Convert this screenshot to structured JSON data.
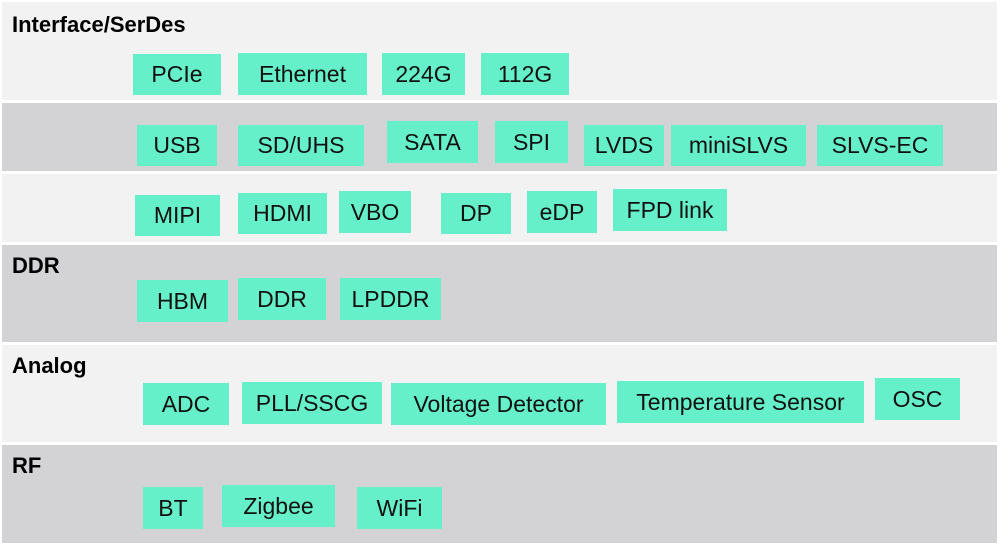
{
  "sections": {
    "interface_serdes": {
      "title": "Interface/SerDes",
      "rows": [
        [
          "PCIe",
          "Ethernet",
          "224G",
          "112G"
        ],
        [
          "USB",
          "SD/UHS",
          "SATA",
          "SPI",
          "LVDS",
          "miniSLVS",
          "SLVS-EC"
        ],
        [
          "MIPI",
          "HDMI",
          "VBO",
          "DP",
          "eDP",
          "FPD link"
        ]
      ]
    },
    "ddr": {
      "title": "DDR",
      "items": [
        "HBM",
        "DDR",
        "LPDDR"
      ]
    },
    "analog": {
      "title": "Analog",
      "items": [
        "ADC",
        "PLL/SSCG",
        "Voltage Detector",
        "Temperature Sensor",
        "OSC"
      ]
    },
    "rf": {
      "title": "RF",
      "items": [
        "BT",
        "Zigbee",
        "WiFi"
      ]
    }
  },
  "colors": {
    "chip": "#66f0c9",
    "band_light": "#f2f2f2",
    "band_dark": "#d3d3d6"
  }
}
